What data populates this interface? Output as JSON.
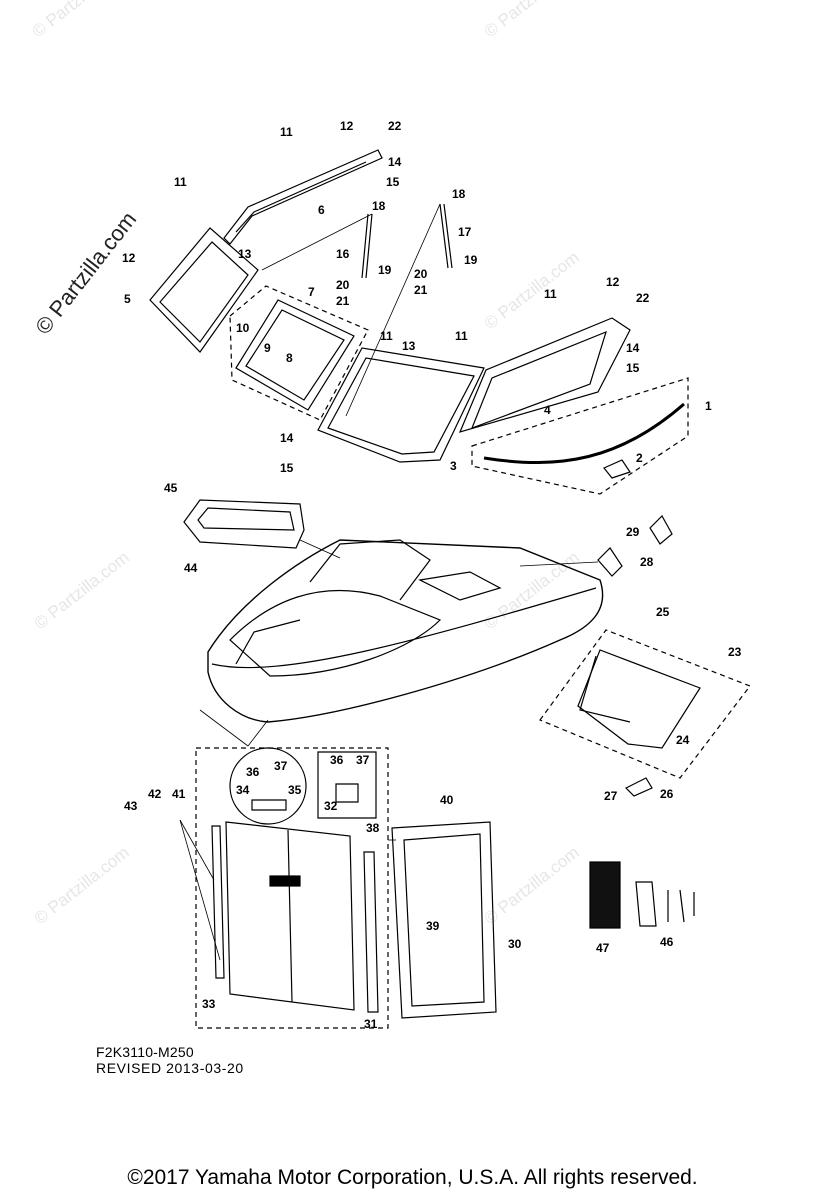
{
  "watermarks": {
    "side": "© Partzilla.com",
    "text": "© Partzilla.com"
  },
  "diagram": {
    "code": "F2K3110-M250",
    "revised": "REVISED 2013-03-20"
  },
  "callouts": [
    "1",
    "2",
    "3",
    "4",
    "5",
    "6",
    "7",
    "8",
    "9",
    "10",
    "11",
    "12",
    "13",
    "14",
    "15",
    "16",
    "17",
    "18",
    "19",
    "20",
    "21",
    "22",
    "23",
    "24",
    "25",
    "26",
    "27",
    "28",
    "29",
    "30",
    "31",
    "32",
    "33",
    "34",
    "35",
    "36",
    "37",
    "38",
    "39",
    "40",
    "41",
    "42",
    "43",
    "44",
    "45",
    "46",
    "47"
  ],
  "footer": {
    "copyright": "©2017  Yamaha Motor Corporation, U.S.A. All rights reserved."
  }
}
